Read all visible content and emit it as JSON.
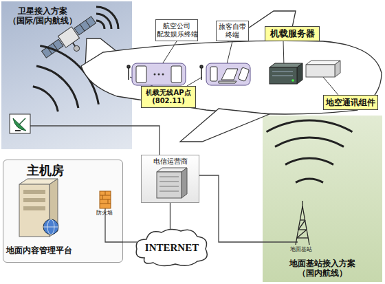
{
  "diagram": {
    "nodes": [
      {
        "text": [
          "卫星接入方案 （国际/国内航线）"
        ]
      },
      {
        "text": [
          "航空公司 配发娱乐终端"
        ]
      },
      {
        "text": [
          "旅客自带 终端"
        ]
      },
      {
        "text": [
          "机载服务器"
        ]
      },
      {
        "text": [
          "机载无线AP点 (802.11)"
        ]
      },
      {
        "text": [
          "地空通讯组件"
        ]
      },
      {
        "text": [
          "地面基站接入方案 （国内航线）"
        ]
      },
      {
        "text": [
          "电信运营商"
        ]
      },
      {
        "text": [
          "主机房",
          "地面内容管理平台"
        ]
      },
      {
        "text": [
          "INTERNET"
        ]
      }
    ],
    "edges": [
      {
        "from": 0,
        "to": 7,
        "arrow": "none"
      },
      {
        "from": 7,
        "to": 9,
        "arrow": "none"
      },
      {
        "from": 9,
        "to": 8,
        "arrow": "none"
      },
      {
        "from": 7,
        "to": 6,
        "arrow": "none"
      }
    ],
    "labels": [
      "防火墙",
      "地面基站"
    ]
  }
}
